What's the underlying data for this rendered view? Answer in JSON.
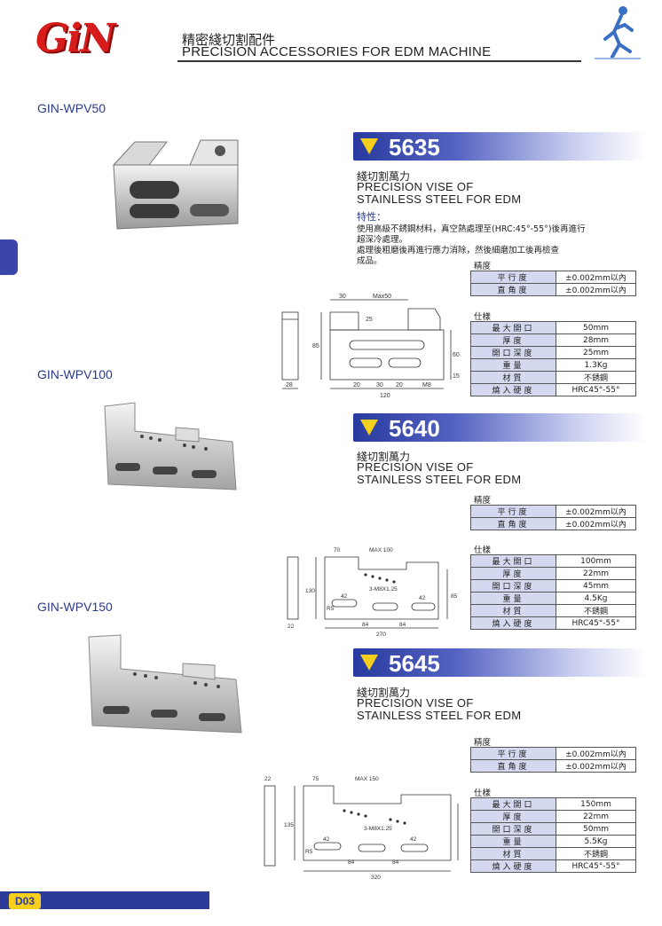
{
  "header": {
    "logo": "GiN",
    "title_cn": "精密綫切割配件",
    "title_en": "PRECISION ACCESSORIES FOR EDM MACHINE"
  },
  "colors": {
    "brand_red": "#d81c1c",
    "accent_blue": "#2c3a9a",
    "marker_yellow": "#f5cf1c",
    "label_fill": "#d4d9f0"
  },
  "products": [
    {
      "model": "GIN-WPV50",
      "number": "5635",
      "title_cn": "綫切割萬力",
      "title_en_1": "PRECISION VISE OF",
      "title_en_2": "STAINLESS STEEL FOR EDM",
      "features_title": "特性：",
      "features": [
        "使用高級不銹鋼材料，真空熱處理至(HRC:45°-55°)後再進行",
        "超深冷處理。",
        "處理後粗磨後再進行應力消除，然後細磨加工後再檢查",
        "成品。"
      ],
      "accuracy_title": "精度",
      "accuracy": [
        {
          "label": "平行度",
          "value": "±0.002mm以內"
        },
        {
          "label": "直角度",
          "value": "±0.002mm以內"
        }
      ],
      "spec_title": "仕樣",
      "specs": [
        {
          "label": "最大開口",
          "value": "50mm"
        },
        {
          "label": "厚度",
          "value": "28mm"
        },
        {
          "label": "開口深度",
          "value": "25mm"
        },
        {
          "label": "重量",
          "value": "1.3Kg"
        },
        {
          "label": "材質",
          "value": "不銹鋼"
        },
        {
          "label": "燒入硬度",
          "value": "HRC45°-55°"
        }
      ],
      "dims": {
        "d1": "30",
        "d2": "Max50",
        "d3": "25",
        "d4": "85",
        "d5": "60",
        "d6": "15",
        "d7": "28",
        "d8": "20",
        "d9": "30",
        "d10": "20",
        "d11": "M8",
        "d12": "120"
      }
    },
    {
      "model": "GIN-WPV100",
      "number": "5640",
      "title_cn": "綫切割萬力",
      "title_en_1": "PRECISION VISE OF",
      "title_en_2": "STAINLESS STEEL FOR EDM",
      "accuracy_title": "精度",
      "accuracy": [
        {
          "label": "平行度",
          "value": "±0.002mm以內"
        },
        {
          "label": "直角度",
          "value": "±0.002mm以內"
        }
      ],
      "spec_title": "仕樣",
      "specs": [
        {
          "label": "最大開口",
          "value": "100mm"
        },
        {
          "label": "厚度",
          "value": "22mm"
        },
        {
          "label": "開口深度",
          "value": "45mm"
        },
        {
          "label": "重量",
          "value": "4.5Kg"
        },
        {
          "label": "材質",
          "value": "不銹鋼"
        },
        {
          "label": "燒入硬度",
          "value": "HRC45°-55°"
        }
      ],
      "dims": {
        "d1": "70",
        "d2": "MAX 100",
        "d3": "130",
        "d4": "85",
        "d5": "3-M8X1.25",
        "d6": "42",
        "d7": "42",
        "d8": "84",
        "d9": "84",
        "d10": "270",
        "d11": "22",
        "d12": "R5"
      }
    },
    {
      "model": "GIN-WPV150",
      "number": "5645",
      "title_cn": "綫切割萬力",
      "title_en_1": "PRECISION VISE OF",
      "title_en_2": "STAINLESS STEEL FOR EDM",
      "accuracy_title": "精度",
      "accuracy": [
        {
          "label": "平行度",
          "value": "±0.002mm以內"
        },
        {
          "label": "直角度",
          "value": "±0.002mm以內"
        }
      ],
      "spec_title": "仕樣",
      "specs": [
        {
          "label": "最大開口",
          "value": "150mm"
        },
        {
          "label": "厚度",
          "value": "22mm"
        },
        {
          "label": "開口深度",
          "value": "50mm"
        },
        {
          "label": "重量",
          "value": "5.5Kg"
        },
        {
          "label": "材質",
          "value": "不銹鋼"
        },
        {
          "label": "燒入硬度",
          "value": "HRC45°-55°"
        }
      ],
      "dims": {
        "d1": "75",
        "d2": "MAX 150",
        "d3": "135",
        "d4": "3-M8X1.25",
        "d5": "42",
        "d6": "42",
        "d7": "84",
        "d8": "84",
        "d9": "320",
        "d10": "22",
        "d11": "R5"
      }
    }
  ],
  "footer": {
    "page_code": "D03"
  }
}
